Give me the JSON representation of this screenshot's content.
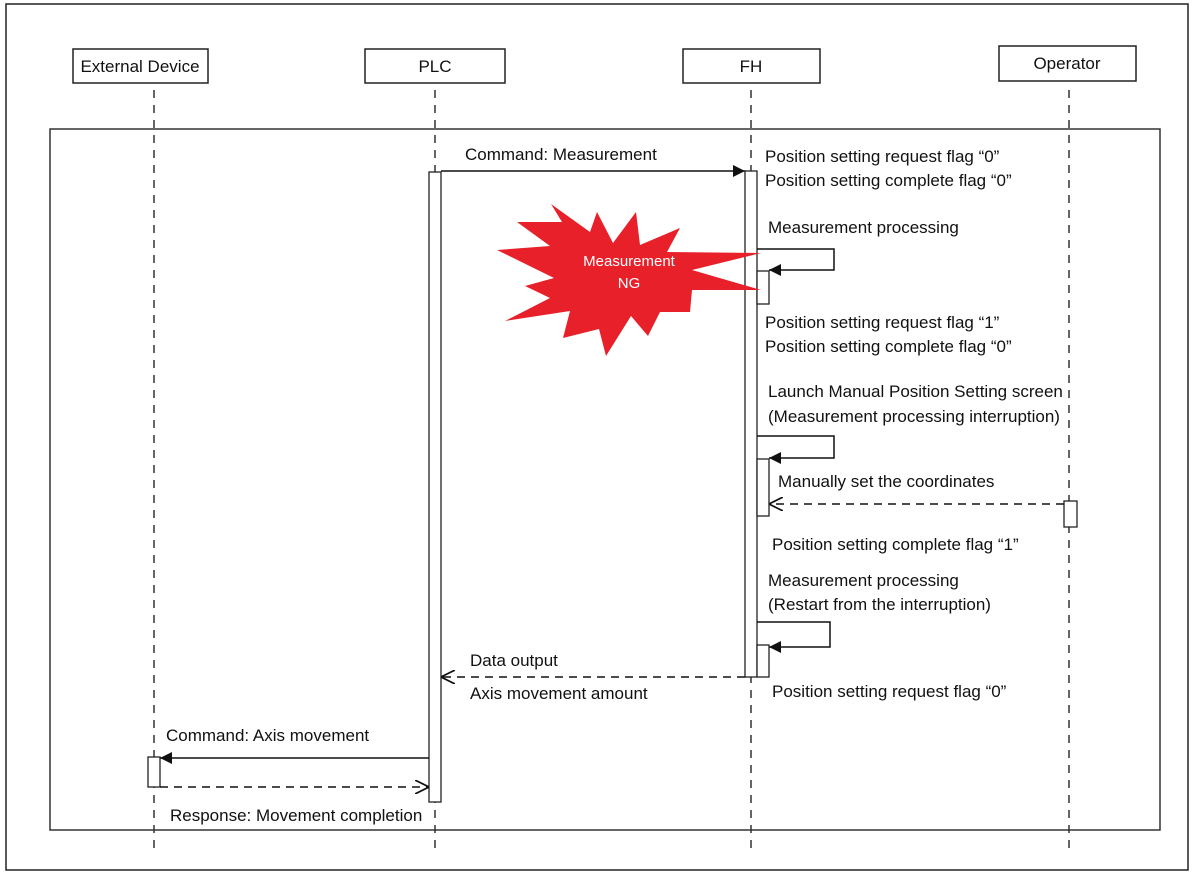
{
  "participants": {
    "external": "External Device",
    "plc": "PLC",
    "fh": "FH",
    "operator": "Operator"
  },
  "burst": {
    "line1": "Measurement",
    "line2": "NG",
    "color": "#e8202a"
  },
  "labels": {
    "cmd_measurement": "Command: Measurement",
    "req_flag_0_a": "Position setting request flag “0”",
    "complete_flag_0_a": "Position setting complete flag “0”",
    "measurement_processing_1": "Measurement processing",
    "req_flag_1": "Position setting request flag “1”",
    "complete_flag_0_b": "Position setting complete flag “0”",
    "launch_manual": "Launch Manual Position Setting screen",
    "interruption": "(Measurement processing interruption)",
    "manually_set": "Manually set the coordinates",
    "complete_flag_1": "Position setting complete flag “1”",
    "measurement_processing_2": "Measurement processing",
    "restart": "(Restart from the interruption)",
    "data_output": "Data output",
    "axis_amount": "Axis movement amount",
    "req_flag_0_b": "Position setting request flag “0”",
    "cmd_axis": "Command: Axis movement",
    "response": "Response: Movement completion"
  }
}
